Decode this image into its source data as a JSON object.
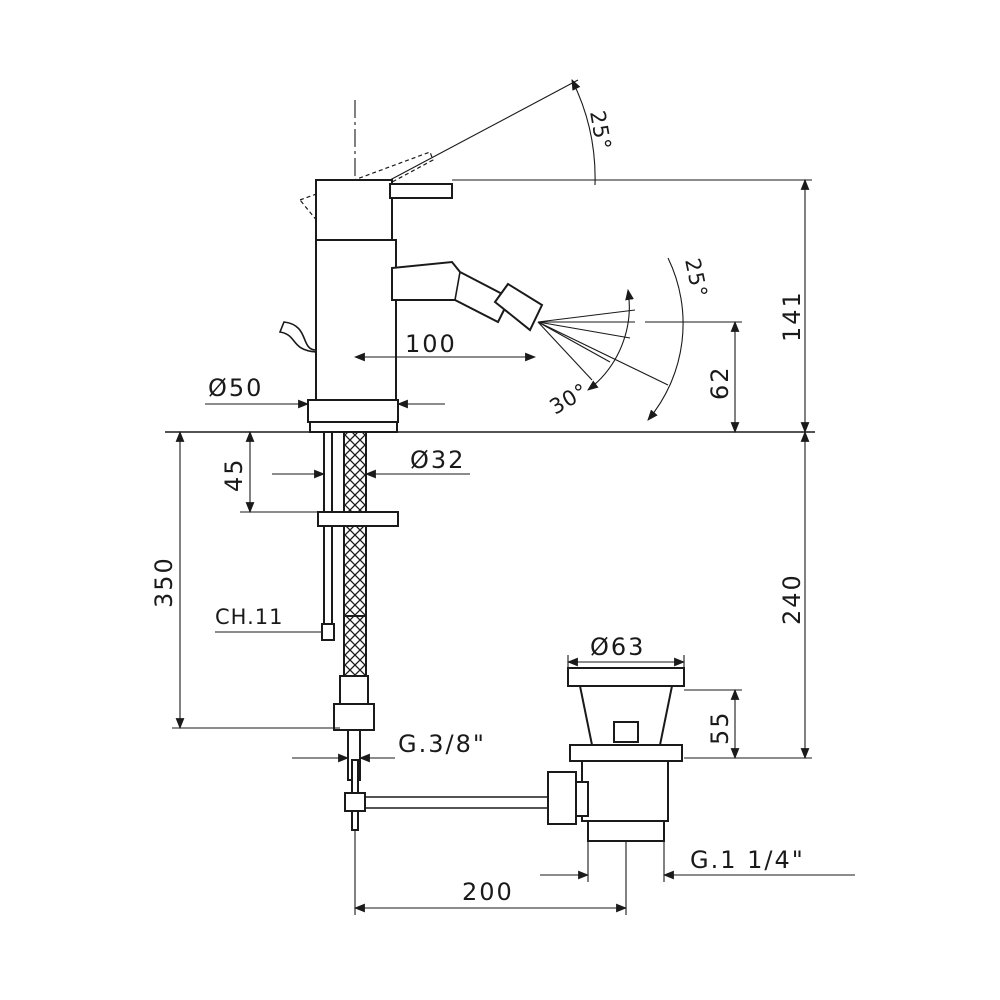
{
  "dimensions": {
    "lever_angle": "25°",
    "overall_height": "141",
    "spray_tilt": "25°",
    "spout_reach": "100",
    "spout_height": "62",
    "spray_cone": "30°",
    "body_diameter": "Ø50",
    "shank_length": "45",
    "shank_diameter": "Ø32",
    "hose_length": "350",
    "wrench_size": "CH.11",
    "waste_height": "240",
    "waste_diameter": "Ø63",
    "waste_head_height": "55",
    "hose_connection": "G.3/8\"",
    "waste_thread": "G.1 1/4\"",
    "rod_length": "200"
  }
}
